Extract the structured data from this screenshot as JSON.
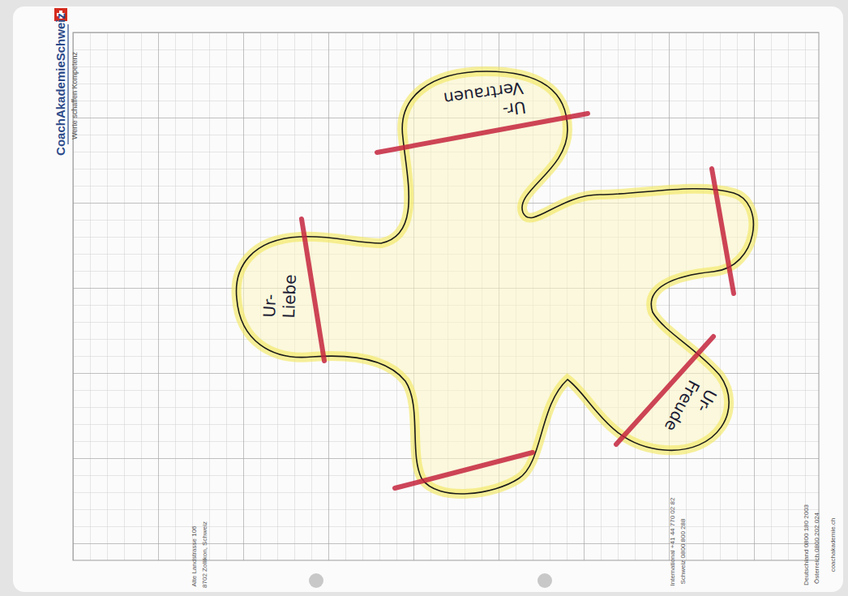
{
  "diagram": {
    "nodes": [
      {
        "text": [
          "Ur- Liebe",
          "Ur- Vertrauen",
          "Ur- Freude"
        ]
      }
    ],
    "labels": [
      "CoachAkademieSchweiz",
      "Werte schaffen Kompetenz",
      "Alte Landstrasse 106",
      "8702 Zollikon, Schweiz",
      "International +41 44 770 02 82",
      "Schweiz 0800 800 288",
      "Deutschland 0800 180 2003",
      "Österreich 0800 202 024",
      "coachakademie.ch"
    ]
  }
}
